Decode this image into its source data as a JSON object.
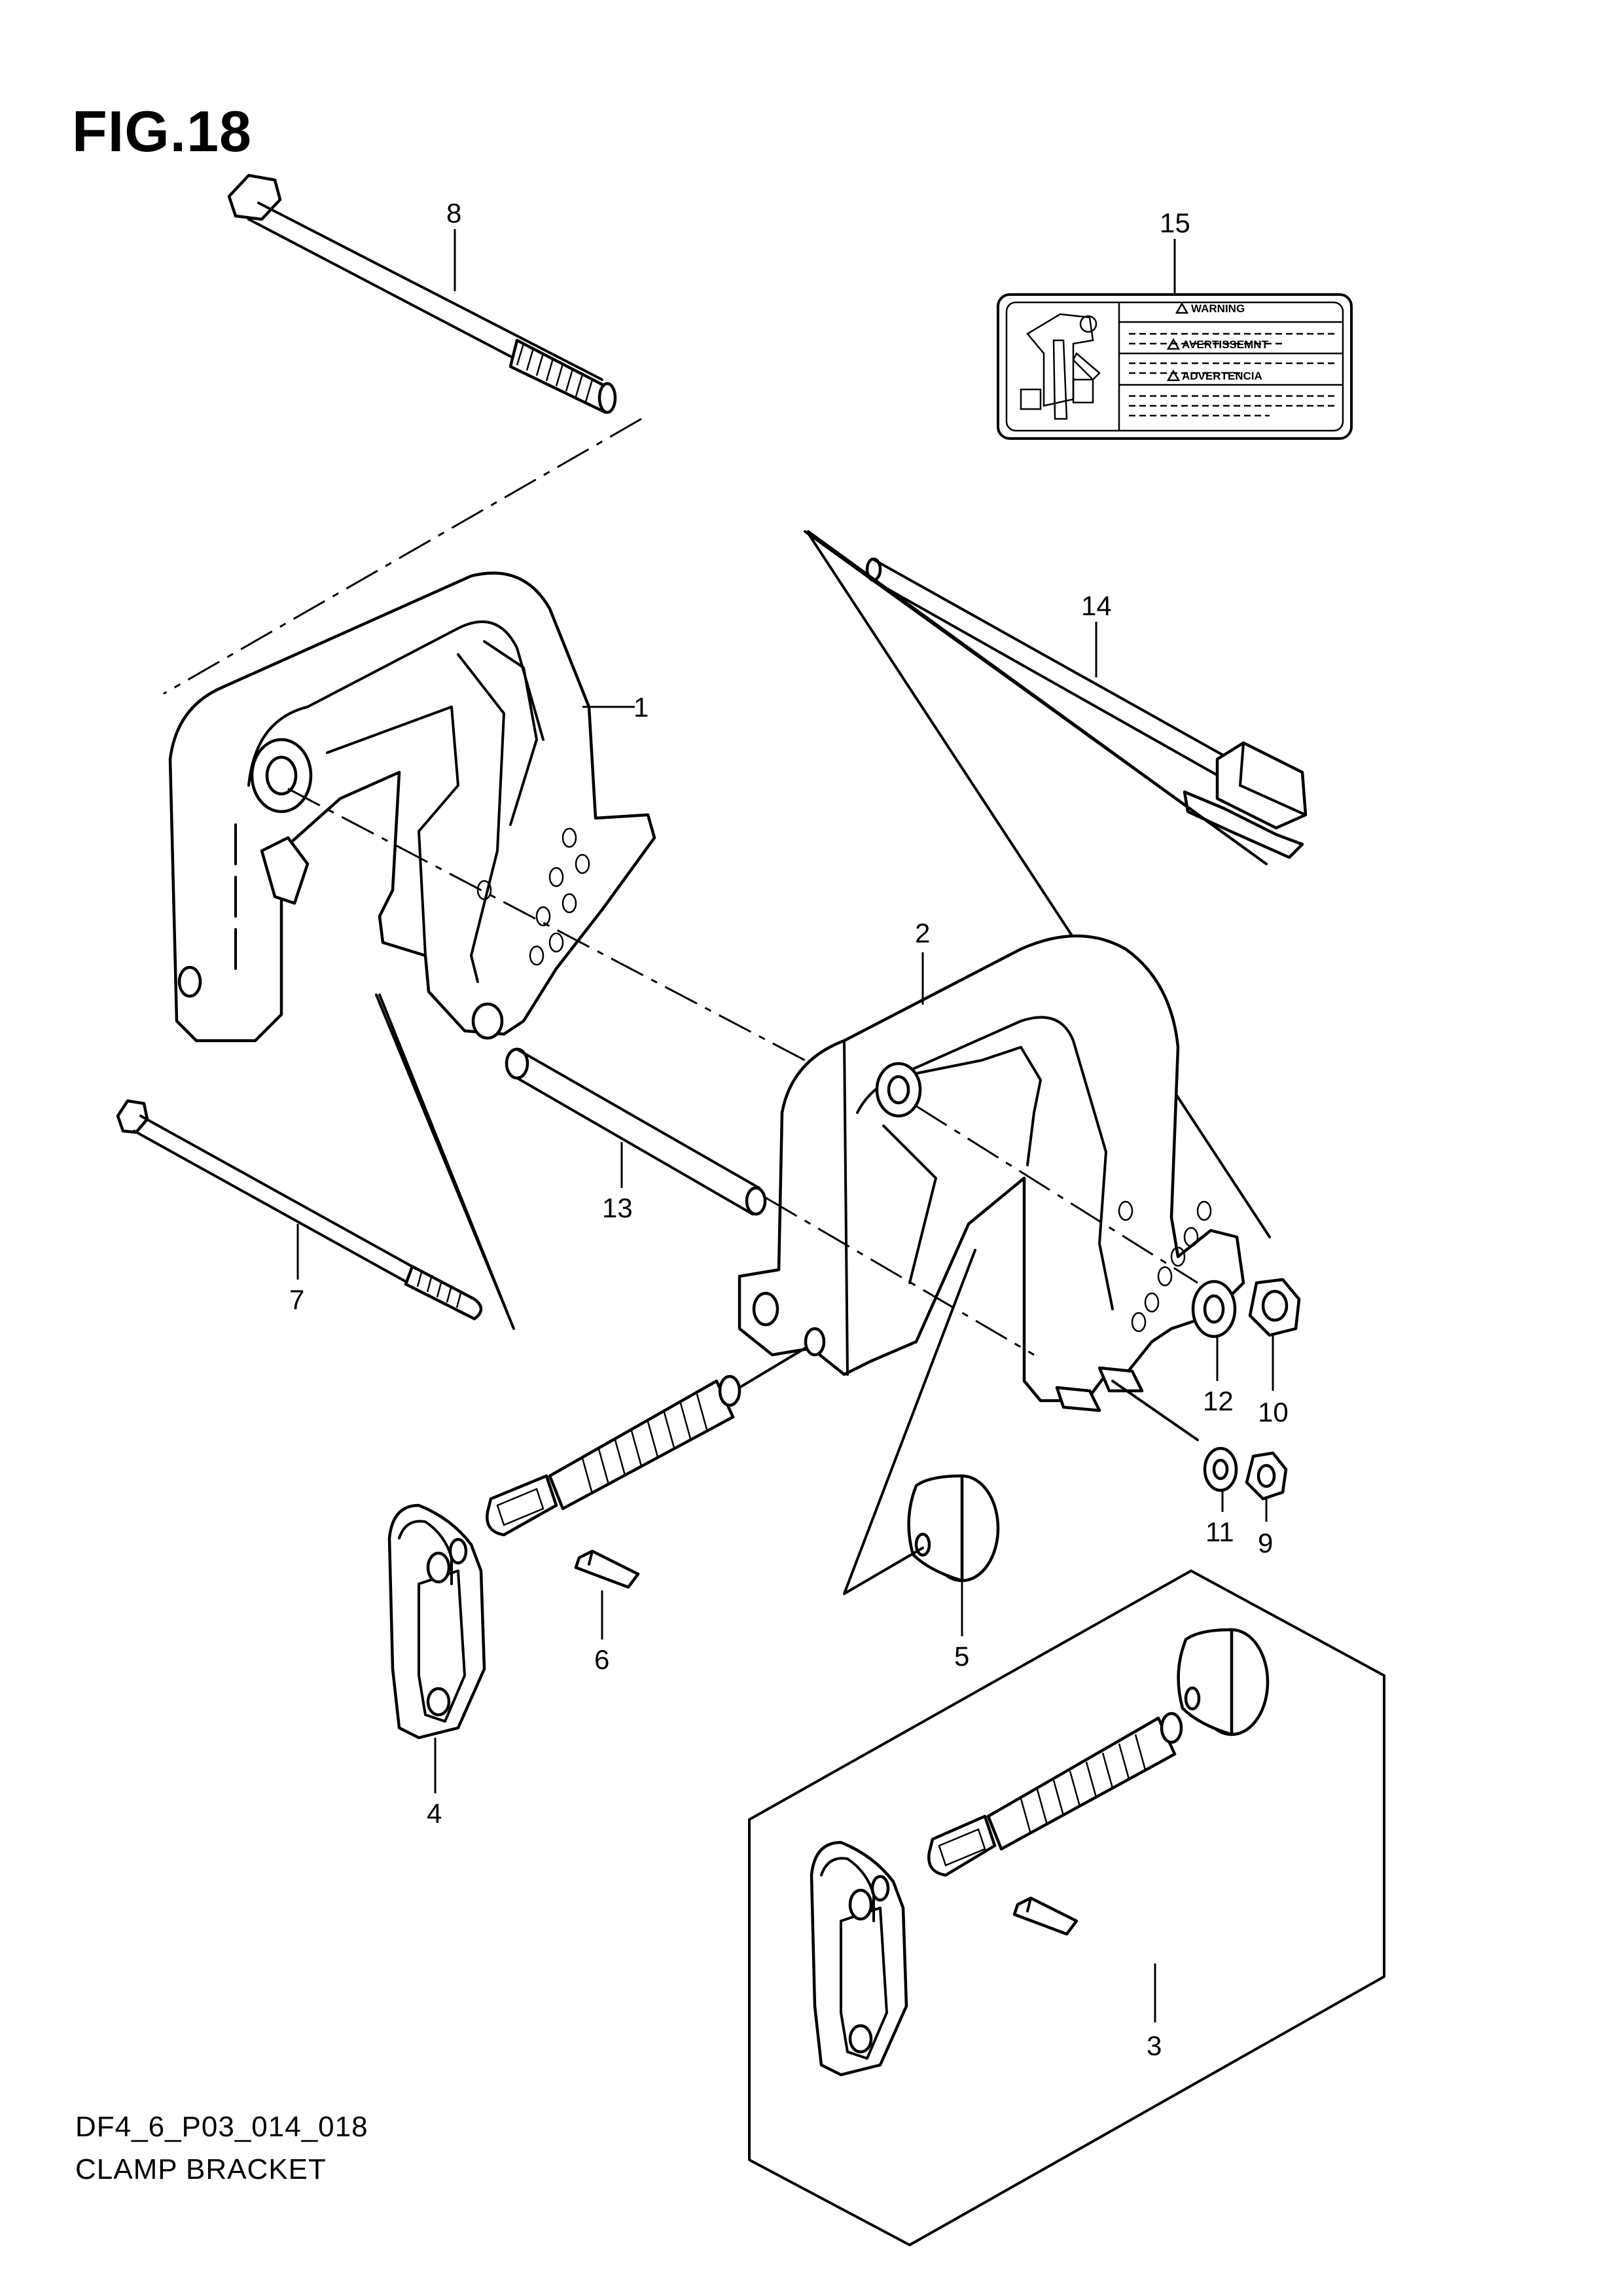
{
  "figure_title": "FIG.18",
  "footer": {
    "diagram_code": "DF4_6_P03_014_018",
    "section_name": "CLAMP BRACKET"
  },
  "callouts": {
    "c1": "1",
    "c2": "2",
    "c3": "3",
    "c4": "4",
    "c5": "5",
    "c6": "6",
    "c7": "7",
    "c8": "8",
    "c9": "9",
    "c10": "10",
    "c11": "11",
    "c12": "12",
    "c13": "13",
    "c14": "14",
    "c15": "15"
  },
  "warning_label": {
    "line1": "WARNING",
    "line2": "AVERTISSEMNT",
    "line3": "ADVERTENCIA"
  }
}
